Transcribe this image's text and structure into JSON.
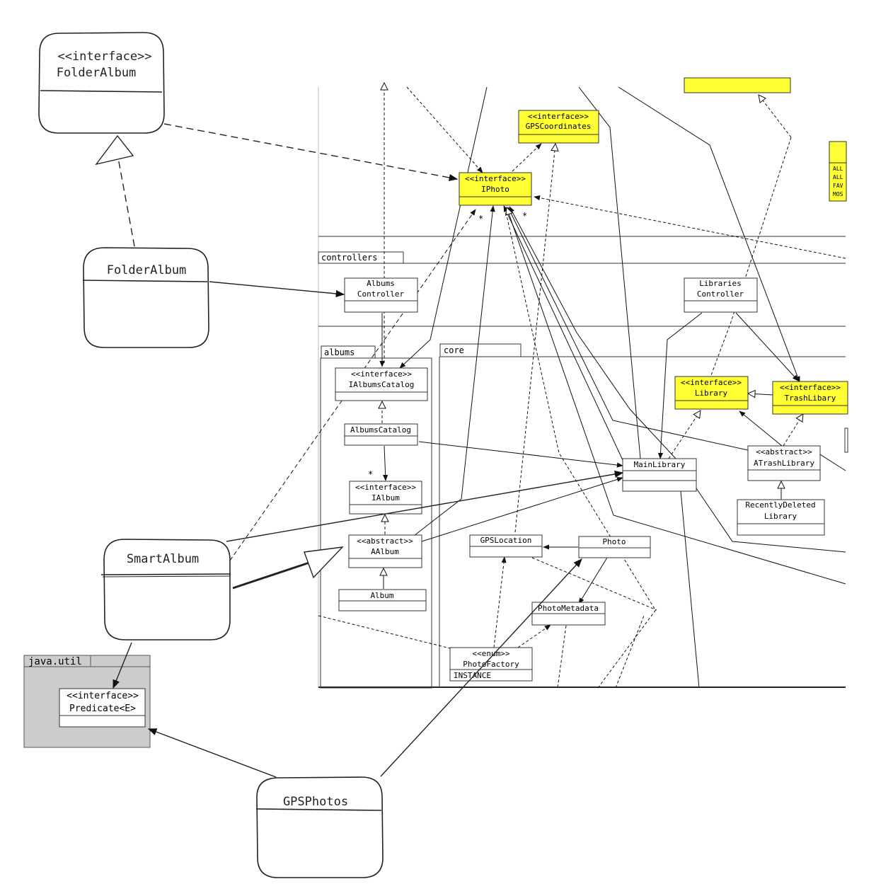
{
  "sketch": {
    "folder_album_interface": {
      "stereotype": "<<interface>>",
      "name": "FolderAlbum"
    },
    "folder_album": {
      "name": "FolderAlbum"
    },
    "smart_album": {
      "name": "SmartAlbum"
    },
    "gps_photos": {
      "name": "GPSPhotos"
    }
  },
  "java_util": {
    "package_label": "java.util",
    "predicate": {
      "stereotype": "<<interface>>",
      "name": "Predicate<E>"
    }
  },
  "uml": {
    "packages": {
      "controllers": "controllers",
      "albums": "albums",
      "core": "core"
    },
    "classes": {
      "gps_coordinates": {
        "stereotype": "<<interface>>",
        "name": "GPSCoordinates"
      },
      "iphoto": {
        "stereotype": "<<interface>>",
        "name": "IPhoto"
      },
      "albums_controller": {
        "line1": "Albums",
        "line2": "Controller"
      },
      "libraries_controller": {
        "line1": "Libraries",
        "line2": "Controller"
      },
      "ialbums_catalog": {
        "stereotype": "<<interface>>",
        "name": "IAlbumsCatalog"
      },
      "albums_catalog": {
        "name": "AlbumsCatalog"
      },
      "ialbum": {
        "stereotype": "<<interface>>",
        "name": "IAlbum"
      },
      "aalbum": {
        "stereotype": "<<abstract>>",
        "name": "AAlbum"
      },
      "album": {
        "name": "Album"
      },
      "library": {
        "stereotype": "<<interface>>",
        "name": "Library"
      },
      "trash_library": {
        "stereotype": "<<interface>>",
        "name": "TrashLibary"
      },
      "main_library": {
        "name": "MainLibrary"
      },
      "atrash_library": {
        "stereotype": "<<abstract>>",
        "name": "ATrashLibrary"
      },
      "recently_deleted_library": {
        "line1": "RecentlyDeleted",
        "line2": "Library"
      },
      "gps_location": {
        "name": "GPSLocation"
      },
      "photo": {
        "name": "Photo"
      },
      "photo_metadata": {
        "name": "PhotoMetadata"
      },
      "photo_factory": {
        "stereotype": "<<enum>>",
        "name": "PhotoFactory",
        "constant": "INSTANCE"
      }
    },
    "enum_fragment": [
      "ALL",
      "ALL",
      "FAV",
      "MOS"
    ],
    "multiplicities": [
      "*",
      "*",
      "*"
    ],
    "colors": {
      "interface_fill": "#ffff33",
      "package_gray": "#cccccc"
    }
  }
}
